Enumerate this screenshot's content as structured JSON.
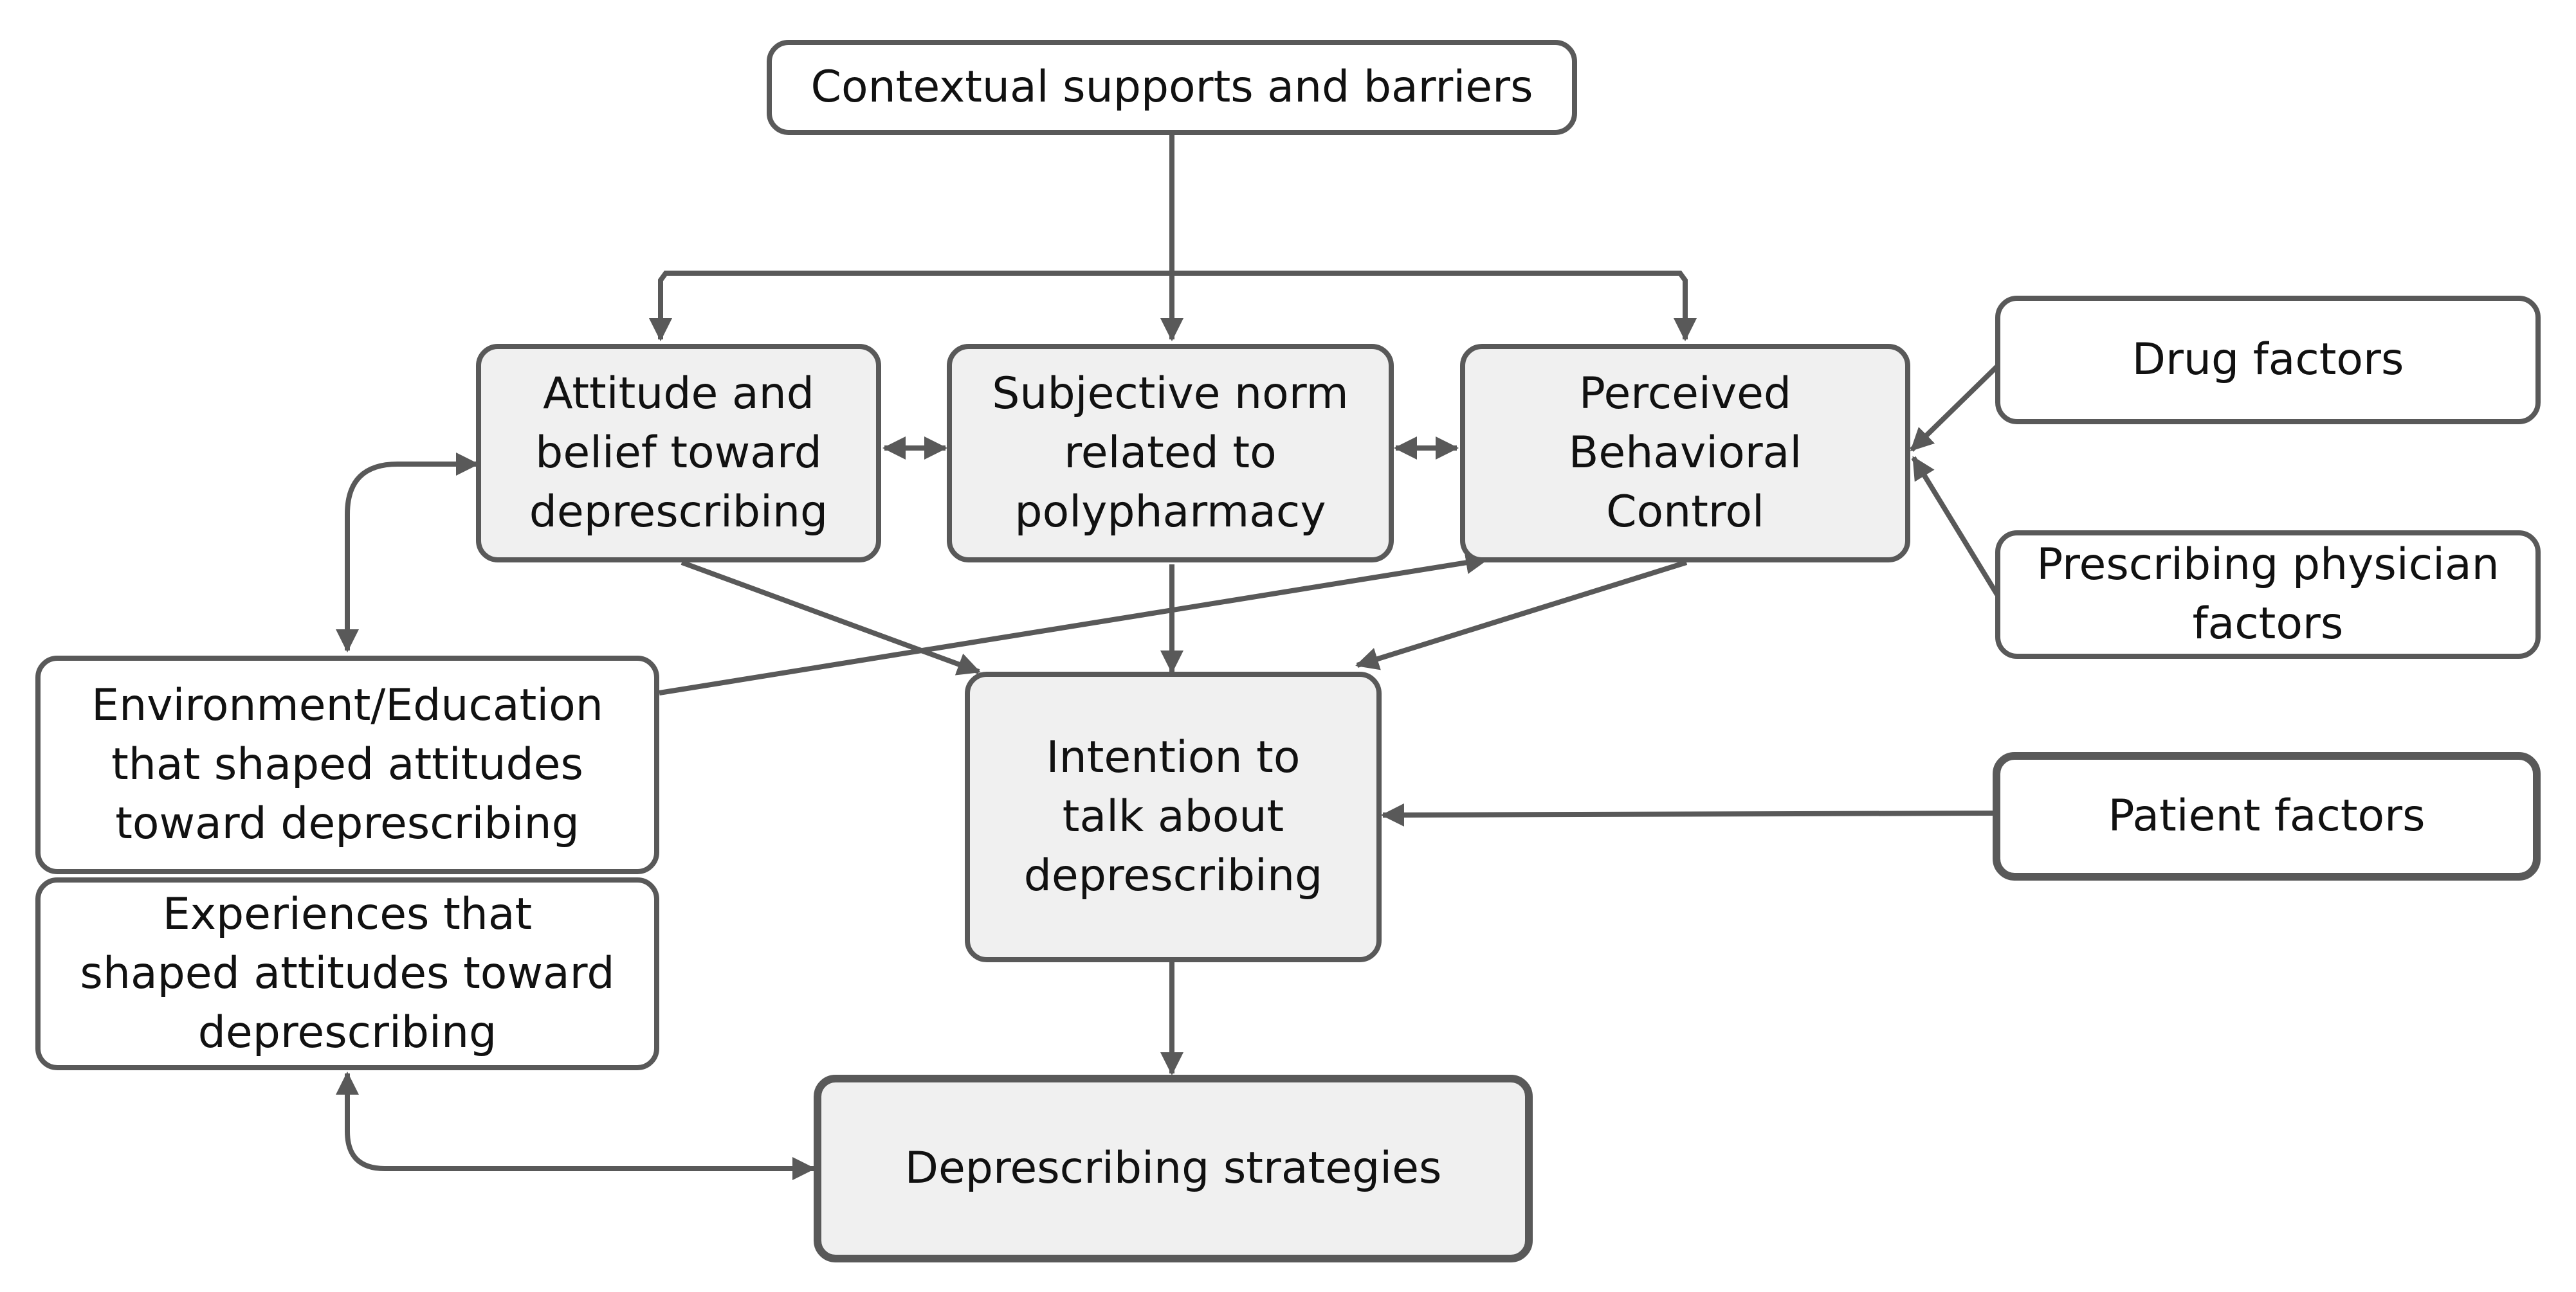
{
  "diagram": {
    "nodes": {
      "contextual": "Contextual supports and barriers",
      "attitude": "Attitude and\nbelief toward\ndeprescribing",
      "subjective": "Subjective norm\nrelated to\npolypharmacy",
      "perceived": "Perceived\nBehavioral\nControl",
      "drug": "Drug factors",
      "physician": "Prescribing physician\nfactors",
      "environment": "Environment/Education\nthat shaped attitudes\ntoward deprescribing",
      "experiences": "Experiences that\nshaped attitudes toward\ndeprescribing",
      "intention": "Intention to\ntalk about\ndeprescribing",
      "patient": "Patient factors",
      "strategies": "Deprescribing strategies"
    },
    "colors": {
      "line": "#595959",
      "shaded_fill": "#f0f0f0",
      "box_fill": "#ffffff"
    }
  }
}
